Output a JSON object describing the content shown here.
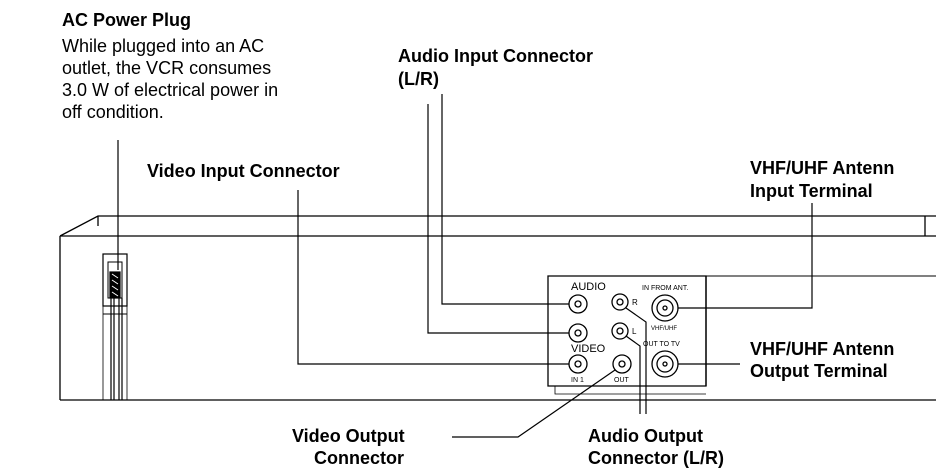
{
  "callouts": {
    "ac_power_plug": {
      "title": "AC Power Plug",
      "description": [
        "While plugged into an AC",
        "outlet, the VCR consumes",
        "3.0 W of electrical power in",
        "off condition."
      ]
    },
    "audio_input": {
      "line1": "Audio Input Connector",
      "line2": "(L/R)"
    },
    "video_input": {
      "line1": "Video Input Connector"
    },
    "antenna_input": {
      "line1": "VHF/UHF Antenn",
      "line2": "Input Terminal"
    },
    "antenna_output": {
      "line1": "VHF/UHF Antenn",
      "line2": "Output Terminal"
    },
    "video_output": {
      "line1": "Video Output",
      "line2": "Connector"
    },
    "audio_output": {
      "line1": "Audio Output",
      "line2": "Connector (L/R)"
    }
  },
  "panel_labels": {
    "audio": "AUDIO",
    "video": "VIDEO",
    "r": "R",
    "l": "L",
    "in1": "IN 1",
    "out": "OUT",
    "in_from_ant": "IN FROM ANT.",
    "vhf_uhf": "VHF/UHF",
    "out_to_tv": "OUT TO TV"
  }
}
